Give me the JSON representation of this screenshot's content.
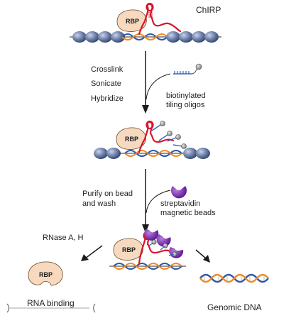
{
  "title": "ChIRP",
  "steps": {
    "step1": [
      "Crosslink",
      "Sonicate",
      "Hybridize"
    ],
    "probes_label": [
      "biotinylated",
      "tiling oligos"
    ],
    "step2": [
      "Purify on bead",
      "and wash"
    ],
    "beads_label": [
      "streptavidin",
      "magnetic beads"
    ],
    "rnase_label": "RNase A, H"
  },
  "outputs": {
    "left": "RNA binding",
    "right": "Genomic DNA"
  },
  "protein_label": "RBP",
  "colors": {
    "nucleosome": "#5b6d97",
    "nucleosome_light": "#a9b6d3",
    "rbp": "#f6d9bf",
    "rna": "#d9142a",
    "dna_blue": "#2f56a6",
    "dna_orange": "#f08a24",
    "oligo": "#3567c2",
    "bead": "#7b25b5"
  }
}
